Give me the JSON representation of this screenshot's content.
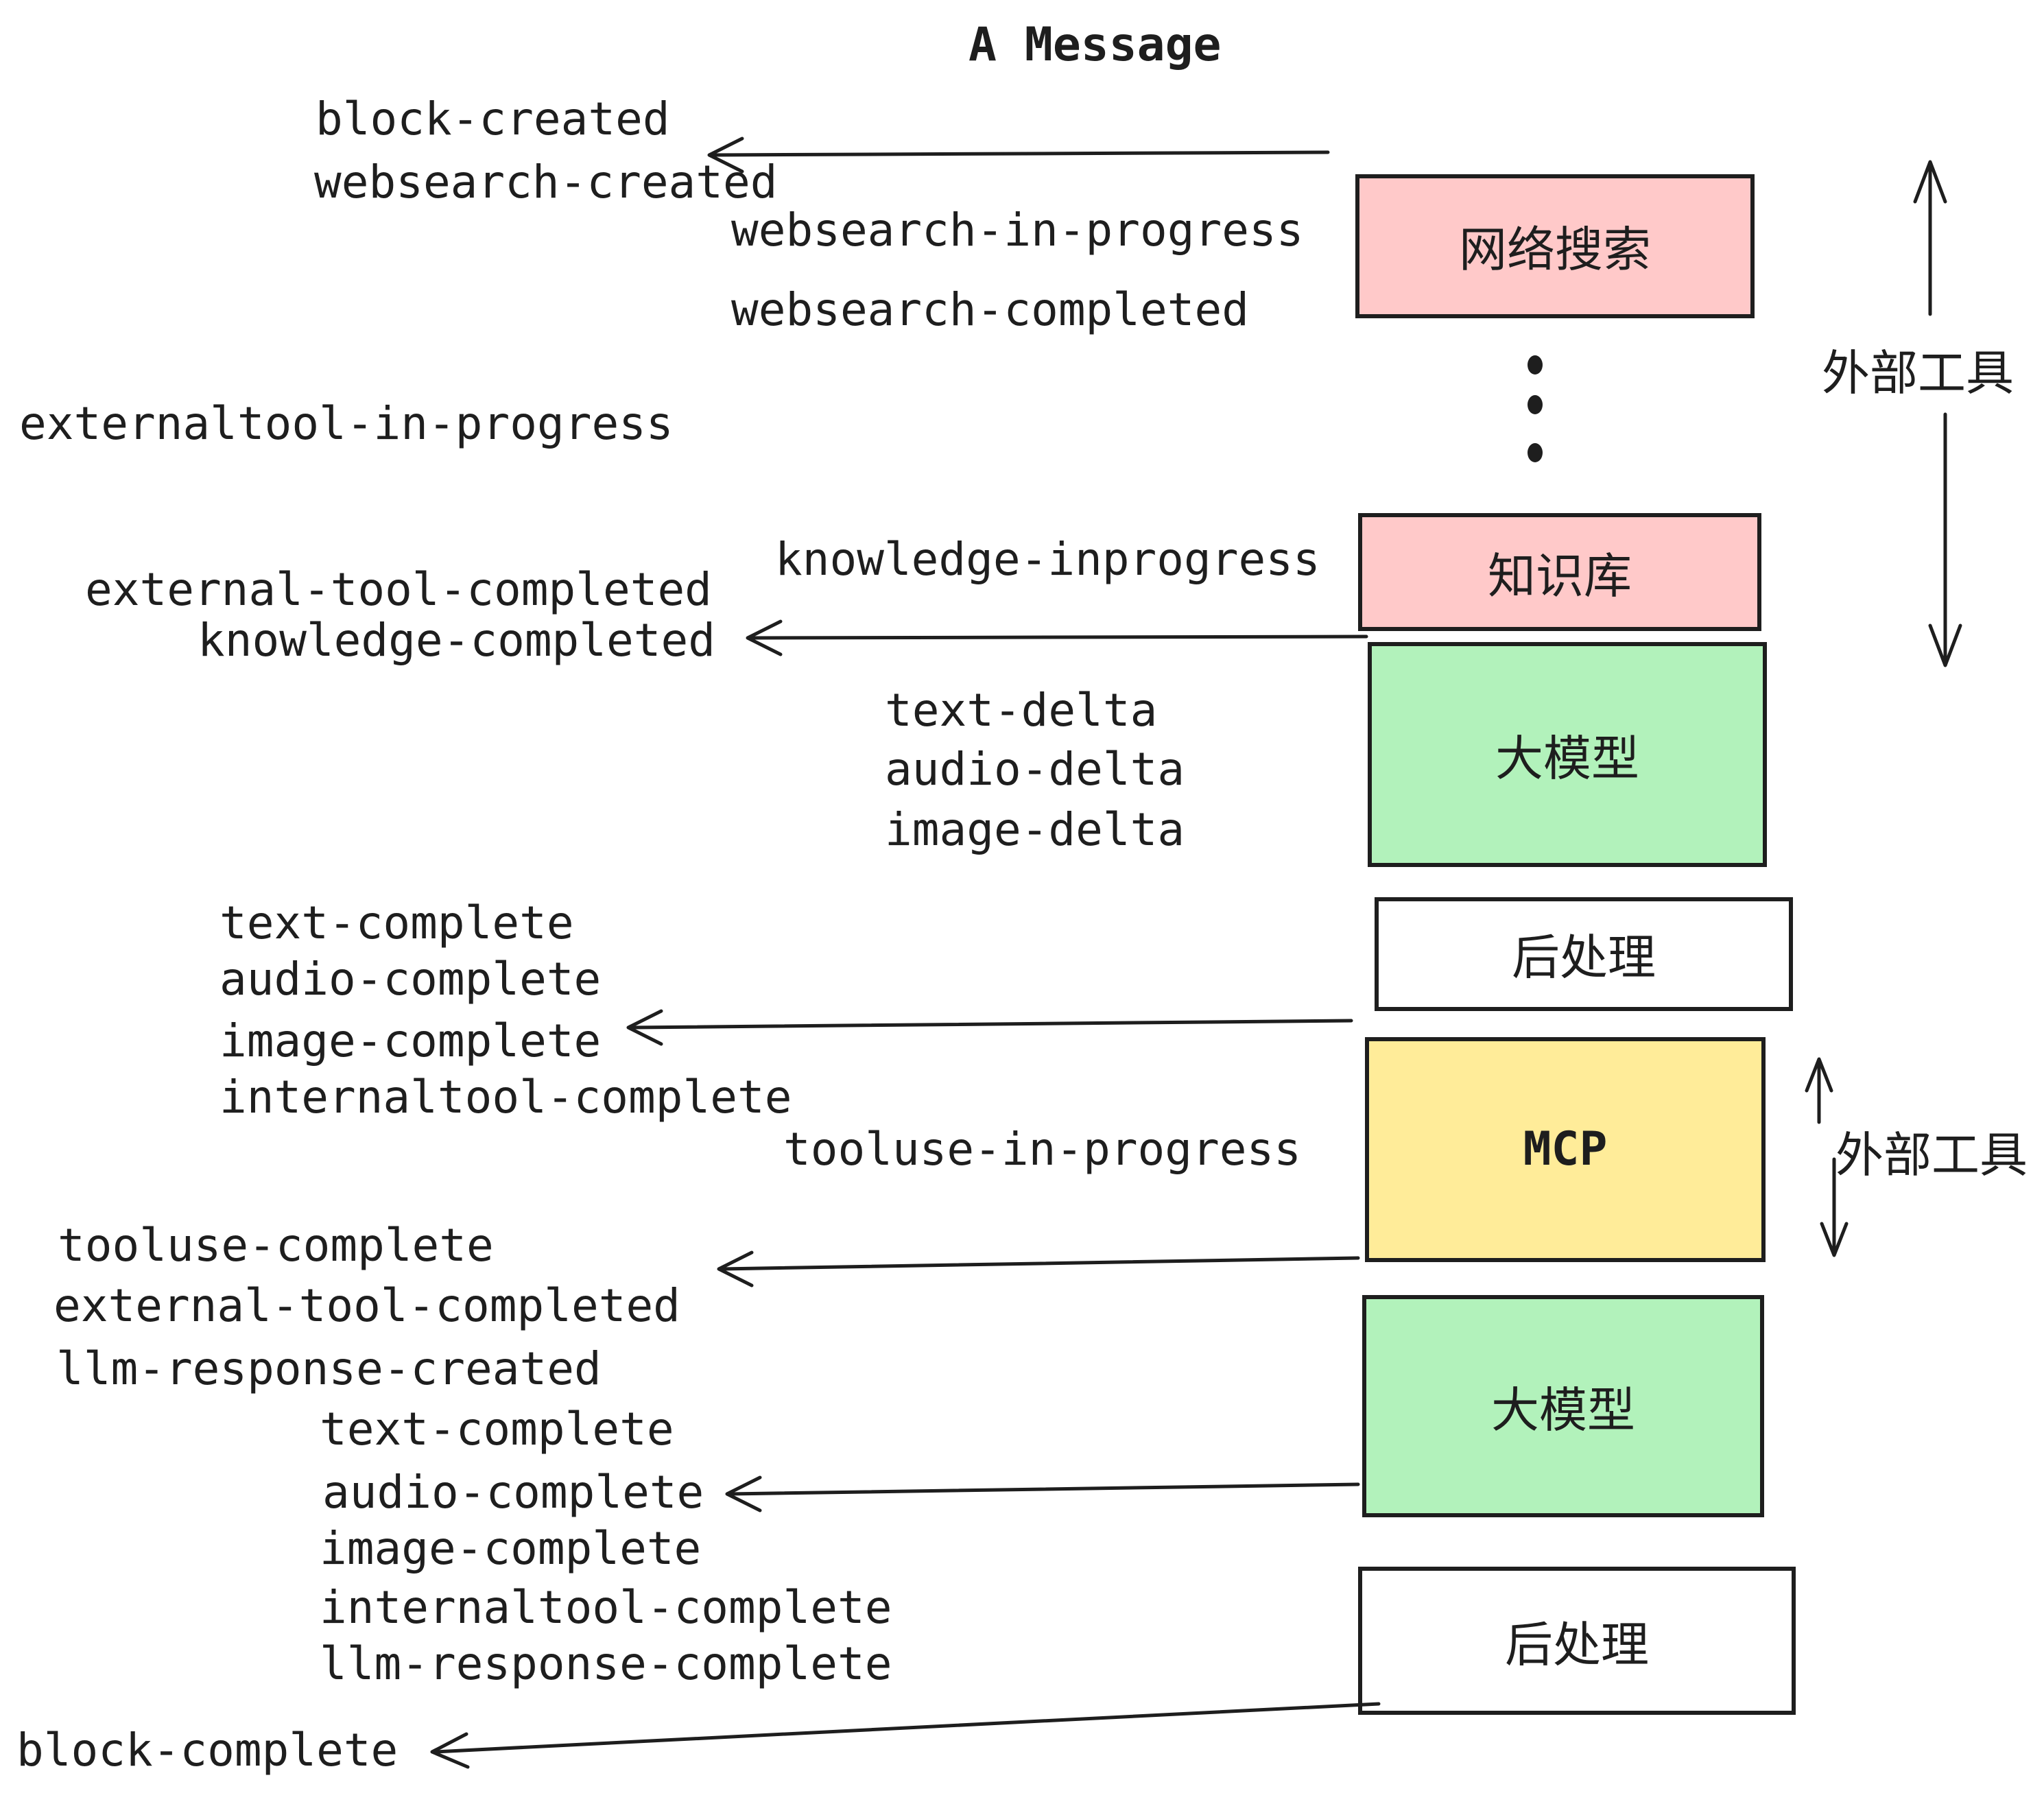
{
  "title": "A Message",
  "events": [
    "block-created",
    "websearch-created",
    "websearch-in-progress",
    "websearch-completed",
    "externaltool-in-progress",
    "knowledge-inprogress",
    "external-tool-completed",
    "knowledge-completed",
    "text-delta",
    "audio-delta",
    "image-delta",
    "text-complete",
    "audio-complete",
    "image-complete",
    "internaltool-complete",
    "tooluse-in-progress",
    "tooluse-complete",
    "external-tool-completed",
    "llm-response-created",
    "text-complete",
    "audio-complete",
    "image-complete",
    "internaltool-complete",
    "llm-response-complete",
    "block-complete"
  ],
  "boxes": [
    {
      "label": "网络搜索",
      "color": "#ffc9c9"
    },
    {
      "label": "知识库",
      "color": "#ffc9c9"
    },
    {
      "label": "大模型",
      "color": "#b2f2bb"
    },
    {
      "label": "后处理",
      "color": "#ffffff"
    },
    {
      "label": "MCP",
      "color": "#ffec99"
    },
    {
      "label": "大模型",
      "color": "#b2f2bb"
    },
    {
      "label": "后处理",
      "color": "#ffffff"
    }
  ],
  "side_labels": {
    "top": "外部工具",
    "bottom": "外部工具"
  },
  "colors": {
    "stroke": "#1e1e1e",
    "pink": "#ffc9c9",
    "green": "#b2f2bb",
    "yellow": "#ffec99",
    "background": "#ffffff"
  }
}
